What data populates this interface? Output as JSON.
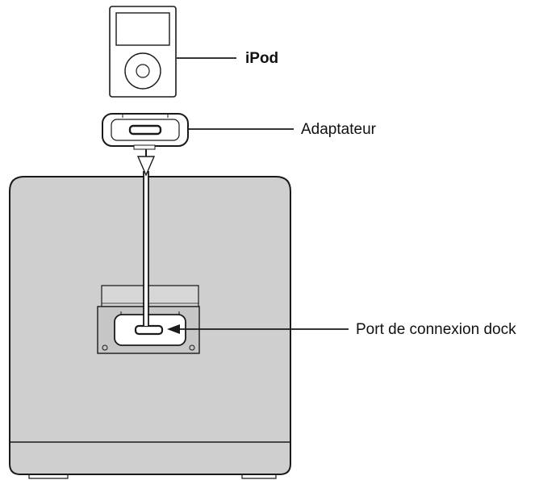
{
  "labels": {
    "ipod": "iPod",
    "adapter": "Adaptateur",
    "dock_port": "Port de connexion dock"
  },
  "colors": {
    "unit_fill": "#cfcfcf",
    "plate_fill": "#c6c6c6",
    "line": "#1a1a1a",
    "white": "#ffffff"
  }
}
